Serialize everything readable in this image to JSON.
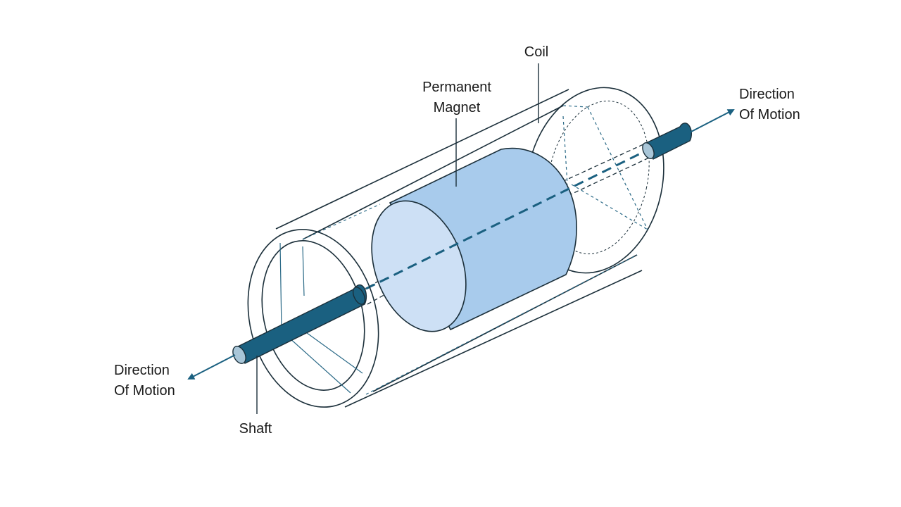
{
  "labels": {
    "coil": "Coil",
    "magnet_line1": "Permanent",
    "magnet_line2": "Magnet",
    "motion_right_line1": "Direction",
    "motion_right_line2": "Of Motion",
    "motion_left_line1": "Direction",
    "motion_left_line2": "Of Motion",
    "shaft": "Shaft"
  },
  "colors": {
    "outline": "#1b2f3a",
    "shaft": "#1a6080",
    "shaft_end": "#a9c6d8",
    "magnet_side": "#a8cbec",
    "magnet_face": "#cde0f5",
    "dashed": "#2b6a87",
    "axis": "#1a6080",
    "arrow": "#1a6080"
  }
}
